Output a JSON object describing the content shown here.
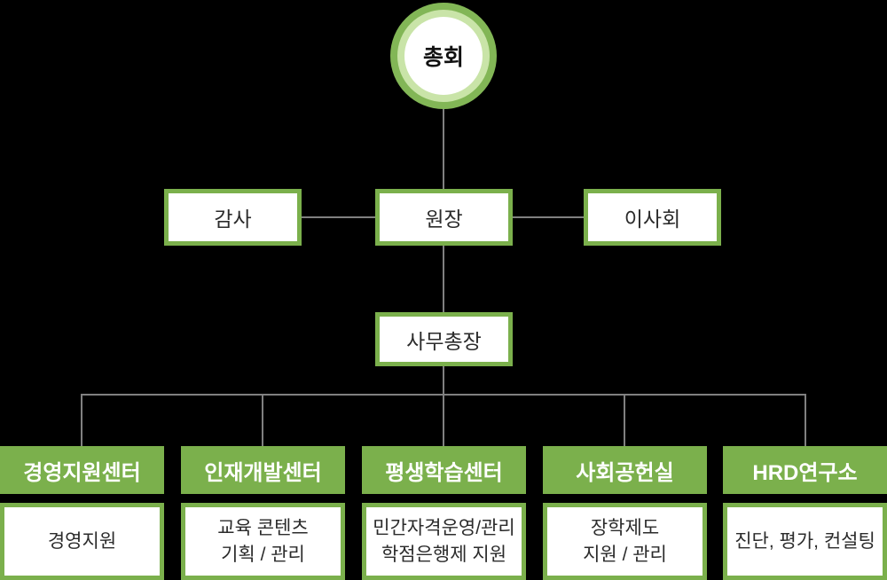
{
  "colors": {
    "green": "#7bb04c",
    "ring_outer": "#82b656",
    "ring_inner": "#c9e4a8",
    "line_gray": "#808080",
    "text_dark": "#2b2b2b",
    "bg": "#000000"
  },
  "root": {
    "label": "총회"
  },
  "level2": [
    {
      "label": "감사"
    },
    {
      "label": "원장"
    },
    {
      "label": "이사회"
    }
  ],
  "level3": {
    "label": "사무총장"
  },
  "departments": [
    {
      "title": "경영지원센터",
      "detail_lines": [
        "경영지원"
      ]
    },
    {
      "title": "인재개발센터",
      "detail_lines": [
        "교육 콘텐츠",
        "기획 / 관리"
      ]
    },
    {
      "title": "평생학습센터",
      "detail_lines": [
        "민간자격운영/관리",
        "학점은행제 지원"
      ]
    },
    {
      "title": "사회공헌실",
      "detail_lines": [
        "장학제도",
        "지원 / 관리"
      ]
    },
    {
      "title": "HRD연구소",
      "detail_lines": [
        "진단, 평가, 컨설팅"
      ]
    }
  ]
}
